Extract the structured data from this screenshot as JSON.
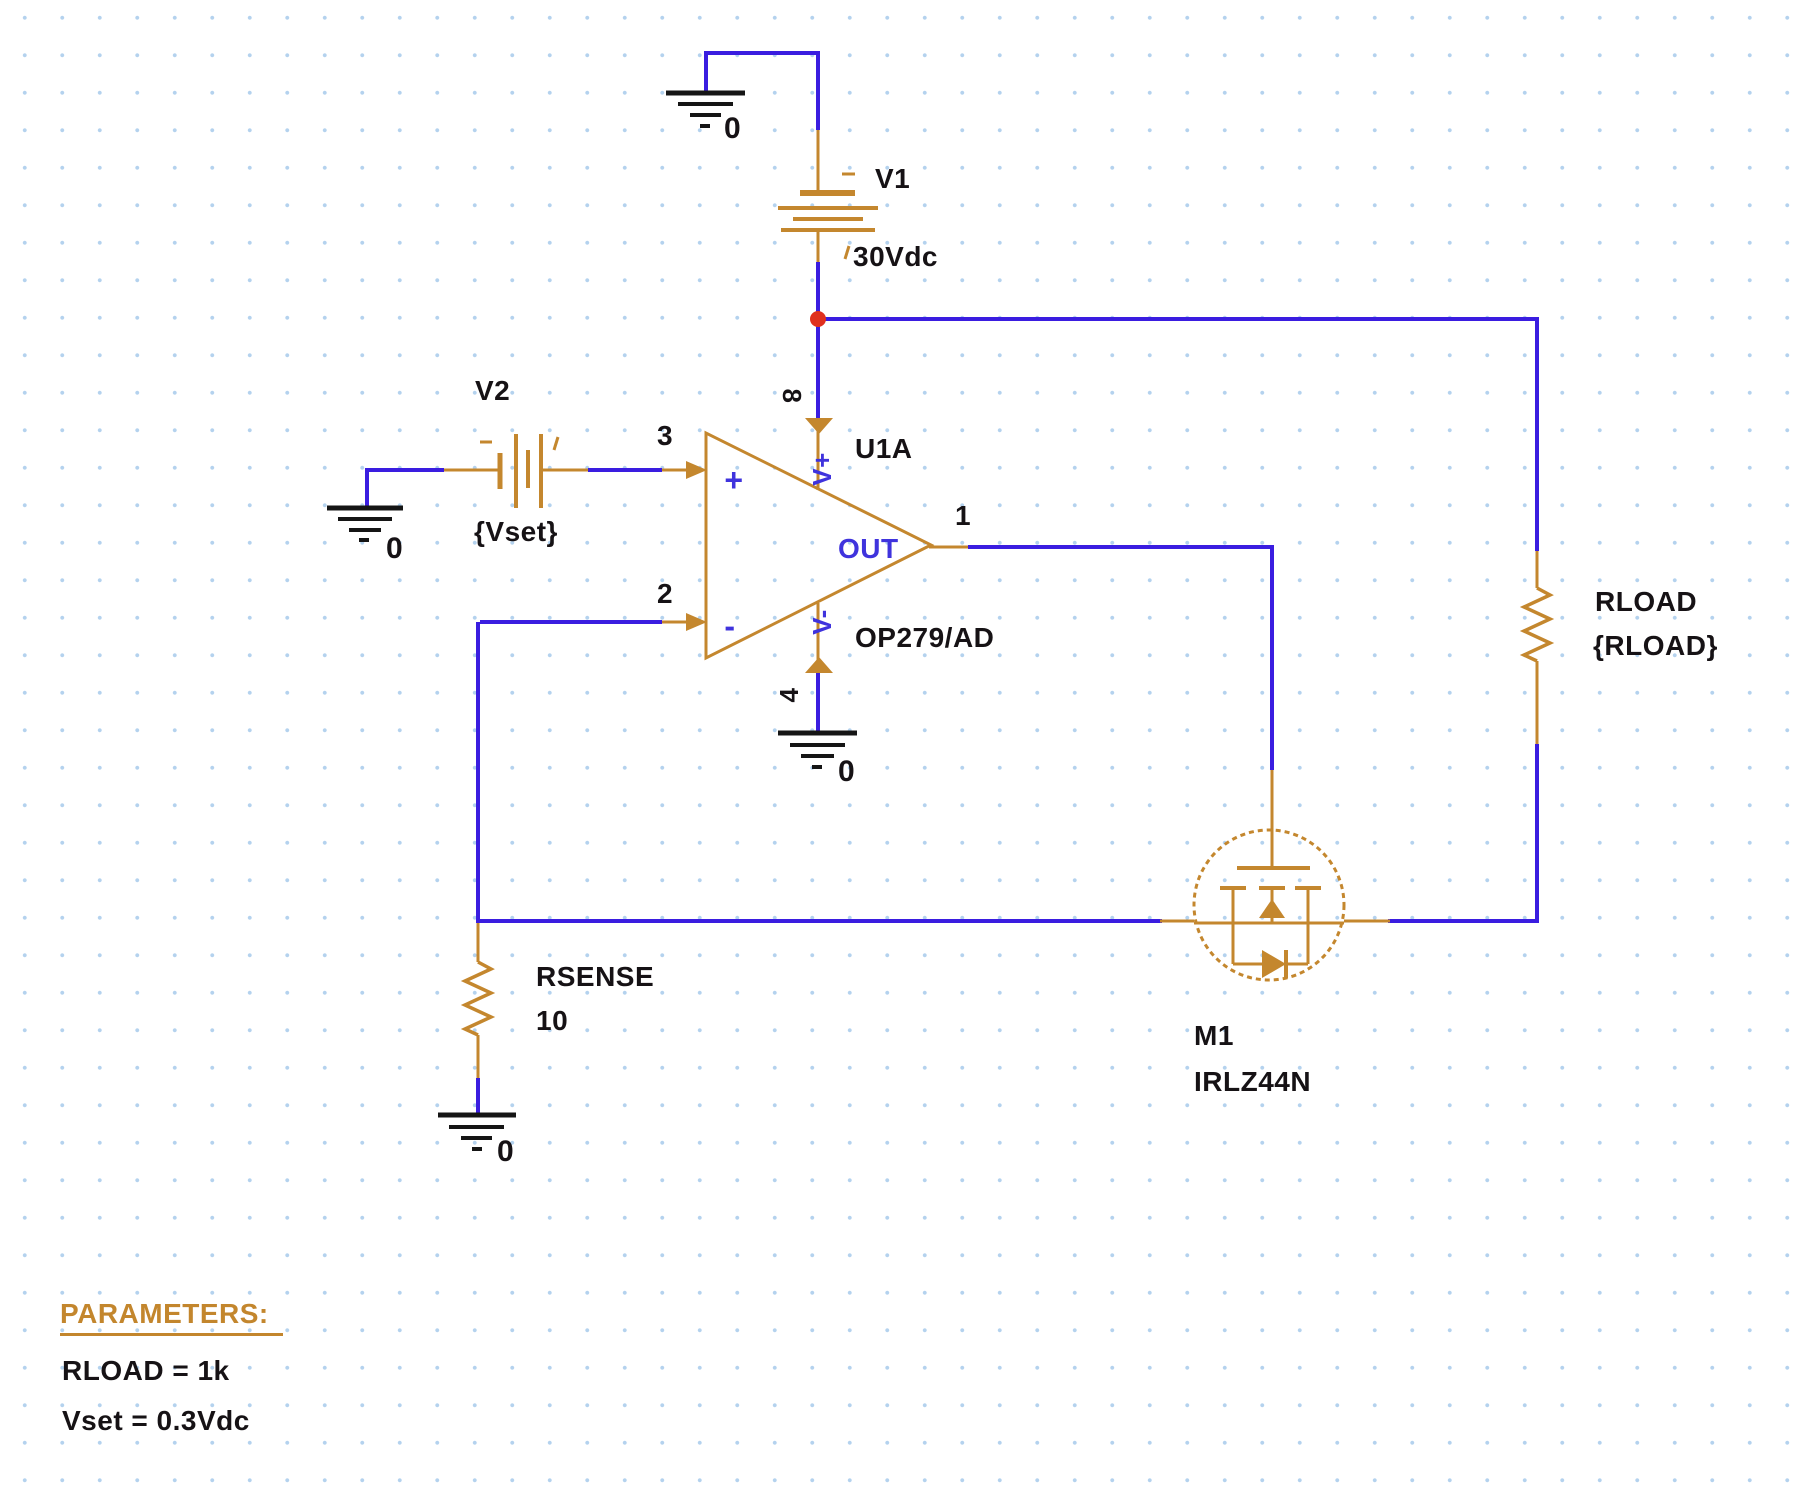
{
  "colors": {
    "wire": "#3a1de0",
    "part": "#c4872e",
    "ground": "#151515",
    "junction": "#e0301e",
    "blue_text": "#3f33dd",
    "black_text": "#161215",
    "grid_dot": "#b4d2ee"
  },
  "components": {
    "v1": {
      "ref": "V1",
      "value": "30Vdc"
    },
    "v2": {
      "ref": "V2",
      "value": "{Vset}"
    },
    "u1a": {
      "ref": "U1A",
      "part": "OP279/AD",
      "out_label": "OUT",
      "plus_sign": "+",
      "minus_sign": "-",
      "pin_noninv": "3",
      "pin_inv": "2",
      "pin_out": "1",
      "pin_vplus": "8",
      "pin_vminus": "4",
      "vplus_label": "V+",
      "vminus_label": "V-"
    },
    "rsense": {
      "ref": "RSENSE",
      "value": "10"
    },
    "rload": {
      "ref": "RLOAD",
      "value": "{RLOAD}"
    },
    "m1": {
      "ref": "M1",
      "value": "IRLZ44N"
    },
    "gnd": {
      "label": "0"
    }
  },
  "parameters": {
    "title": "PARAMETERS:",
    "rload_line": "RLOAD = 1k",
    "vset_line": "Vset = 0.3Vdc"
  }
}
